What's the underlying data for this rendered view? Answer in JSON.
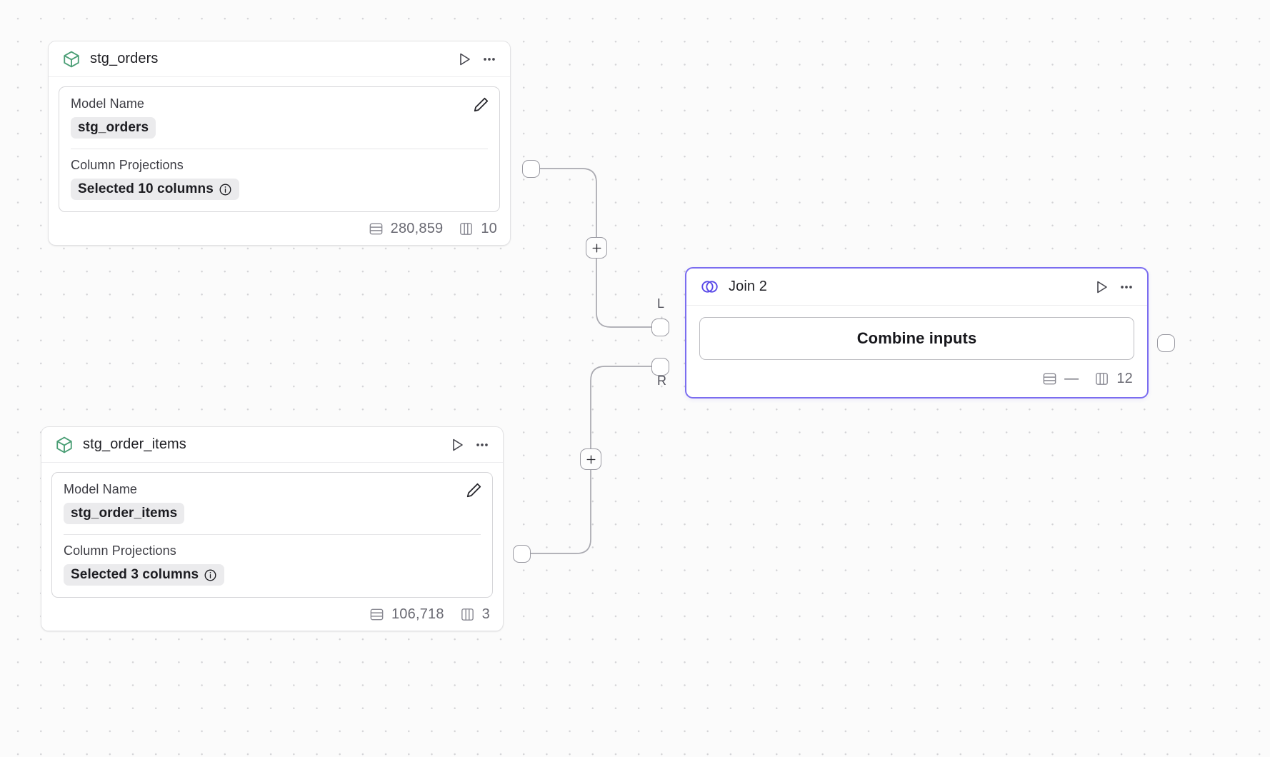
{
  "canvas": {
    "background_color": "#fbfbfb",
    "grid_dot_color": "#d3d3d6"
  },
  "colors": {
    "model_icon_green": "#4a9e75",
    "join_icon_purple": "#5a4ae8",
    "selected_border_purple": "#7b6df0",
    "chip_background": "#ebebed",
    "muted_text": "#6a6a73"
  },
  "nodes": {
    "stg_orders": {
      "title": "stg_orders",
      "icon": "cube-icon",
      "run_icon": "play-icon",
      "more_icon": "ellipsis-icon",
      "edit_icon": "pencil-icon",
      "model_name_label": "Model Name",
      "model_name_value": "stg_orders",
      "column_projections_label": "Column Projections",
      "column_projections_value": "Selected 10 columns",
      "info_icon": "info-icon",
      "rows_icon": "rows-icon",
      "rows_value": "280,859",
      "columns_icon": "columns-icon",
      "columns_value": "10"
    },
    "stg_order_items": {
      "title": "stg_order_items",
      "icon": "cube-icon",
      "run_icon": "play-icon",
      "more_icon": "ellipsis-icon",
      "edit_icon": "pencil-icon",
      "model_name_label": "Model Name",
      "model_name_value": "stg_order_items",
      "column_projections_label": "Column Projections",
      "column_projections_value": "Selected 3 columns",
      "info_icon": "info-icon",
      "rows_icon": "rows-icon",
      "rows_value": "106,718",
      "columns_icon": "columns-icon",
      "columns_value": "3"
    },
    "join": {
      "title": "Join 2",
      "icon": "venn-join-icon",
      "run_icon": "play-icon",
      "more_icon": "ellipsis-icon",
      "combine_button_label": "Combine inputs",
      "rows_icon": "rows-icon",
      "rows_value": "—",
      "columns_icon": "columns-icon",
      "columns_value": "12",
      "input_port_left_label": "L",
      "input_port_right_label": "R",
      "selected": true
    }
  },
  "edge_buttons": {
    "top_add_label": "+",
    "bottom_add_label": "+"
  }
}
